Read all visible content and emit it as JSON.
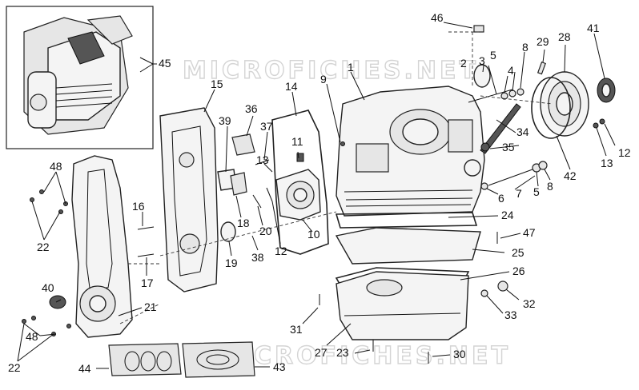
{
  "watermark_top": "MICROFICHES.NET",
  "watermark_bottom": "MICROFICHES.NET",
  "callouts": [
    "1",
    "2",
    "3",
    "4",
    "5",
    "6",
    "7",
    "8",
    "9",
    "10",
    "11",
    "12",
    "13",
    "14",
    "15",
    "16",
    "17",
    "18",
    "19",
    "20",
    "21",
    "22",
    "23",
    "24",
    "25",
    "26",
    "27",
    "28",
    "29",
    "30",
    "31",
    "32",
    "33",
    "34",
    "35",
    "36",
    "37",
    "38",
    "39",
    "40",
    "41",
    "42",
    "43",
    "44",
    "45",
    "46",
    "47",
    "48"
  ],
  "labels": {
    "l45": "45",
    "l46": "46",
    "l15": "15",
    "l14": "14",
    "l9": "9",
    "l1": "1",
    "l2": "2",
    "l3": "3",
    "l5a": "5",
    "l4": "4",
    "l8a": "8",
    "l29": "29",
    "l28": "28",
    "l41": "41",
    "l39": "39",
    "l36": "36",
    "l37": "37",
    "l11": "11",
    "l13a": "13",
    "l48a": "48",
    "l22a": "22",
    "l16": "16",
    "l18": "18",
    "l20": "20",
    "l19": "19",
    "l38": "38",
    "l12a": "12",
    "l10": "10",
    "l17": "17",
    "l34": "34",
    "l35": "35",
    "l12b": "12",
    "l13b": "13",
    "l42": "42",
    "l8b": "8",
    "l5b": "5",
    "l7": "7",
    "l6": "6",
    "l24": "24",
    "l47": "47",
    "l25": "25",
    "l26": "26",
    "l40": "40",
    "l21": "21",
    "l32": "32",
    "l33": "33",
    "l31": "31",
    "l48b": "48",
    "l22b": "22",
    "l27": "27",
    "l23": "23",
    "l30": "30",
    "l44": "44",
    "l43": "43"
  }
}
